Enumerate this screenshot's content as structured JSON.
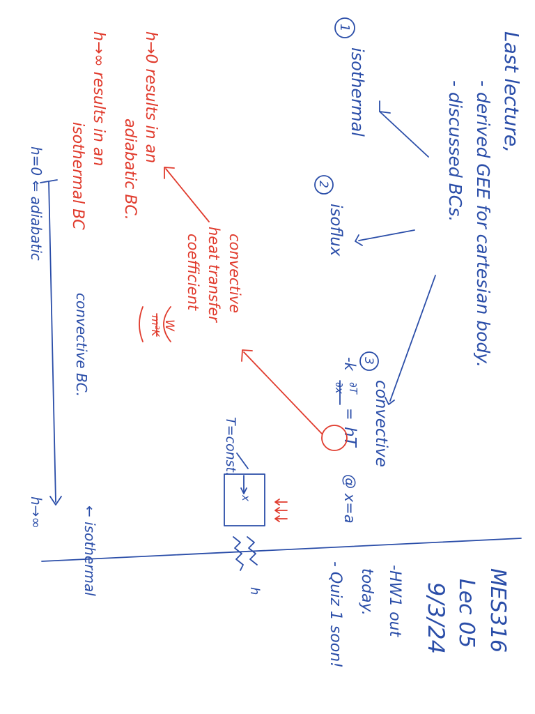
{
  "header": {
    "course": "MES316",
    "lecture": "Lec 05",
    "date": "9/3/24",
    "announcements": [
      "-HW1 out",
      "today.",
      "- Quiz 1 soon!"
    ]
  },
  "recap": {
    "title": "Last lecture,",
    "items": [
      "- derived GEE for cartesian body.",
      "- discussed BCs."
    ]
  },
  "boundary_conditions": {
    "isothermal": "isothermal",
    "isoflux": "isoflux",
    "convective": "convective",
    "isothermal_num": "1",
    "isoflux_num": "2",
    "convective_num": "3"
  },
  "equation": {
    "lhs_neg_k": "-k",
    "partial_T": "∂T",
    "partial_x": "∂x",
    "equals": "=",
    "rhs": "hT",
    "condition": "@ x=a"
  },
  "coefficient_note": {
    "lines": [
      "convective",
      "heat transfer",
      "coefficient"
    ],
    "unit_num": "W",
    "unit_den": "m²K"
  },
  "limits": {
    "h_zero": "h→0  results in an",
    "h_zero_cont": "adiabatic BC.",
    "h_inf": "h→∞  results in an",
    "h_inf_cont": "isothermal BC"
  },
  "sketch": {
    "temp_label": "T=const.",
    "x_label": "x",
    "h_label": "h"
  },
  "spectrum": {
    "left_label": "h=0 ⇐ adiabatic",
    "middle_label": "convective BC.",
    "right_label": "h→∞",
    "isothermal_label": "← isothermal"
  }
}
